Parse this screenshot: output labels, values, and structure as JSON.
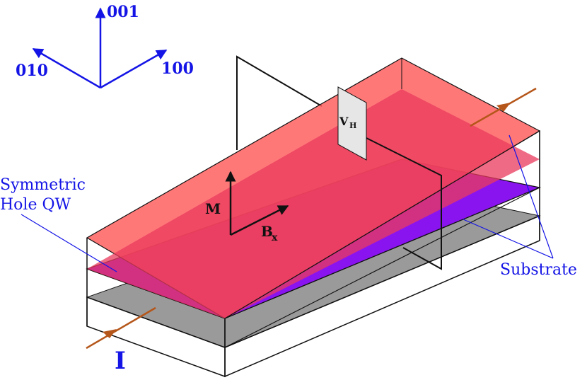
{
  "axes": {
    "z_label": "001",
    "y_label": "010",
    "x_label": "100",
    "color": "#1414e6"
  },
  "labels": {
    "hall_voltage_main": "V",
    "hall_voltage_sub": "H",
    "magnetization": "M",
    "field_main": "B",
    "field_sub": "x",
    "current": "I",
    "quantum_well_line1": "Symmetric",
    "quantum_well_line2": "Hole QW",
    "substrate": "Substrate"
  },
  "colors": {
    "top_layer": "#ff5a5a",
    "top_layer_dark": "#ea3a5c",
    "quantum_well": "#8a14f0",
    "substrate": "#9a9a9a",
    "current_arrow": "#b5561a",
    "annotation": "#1414e6"
  }
}
